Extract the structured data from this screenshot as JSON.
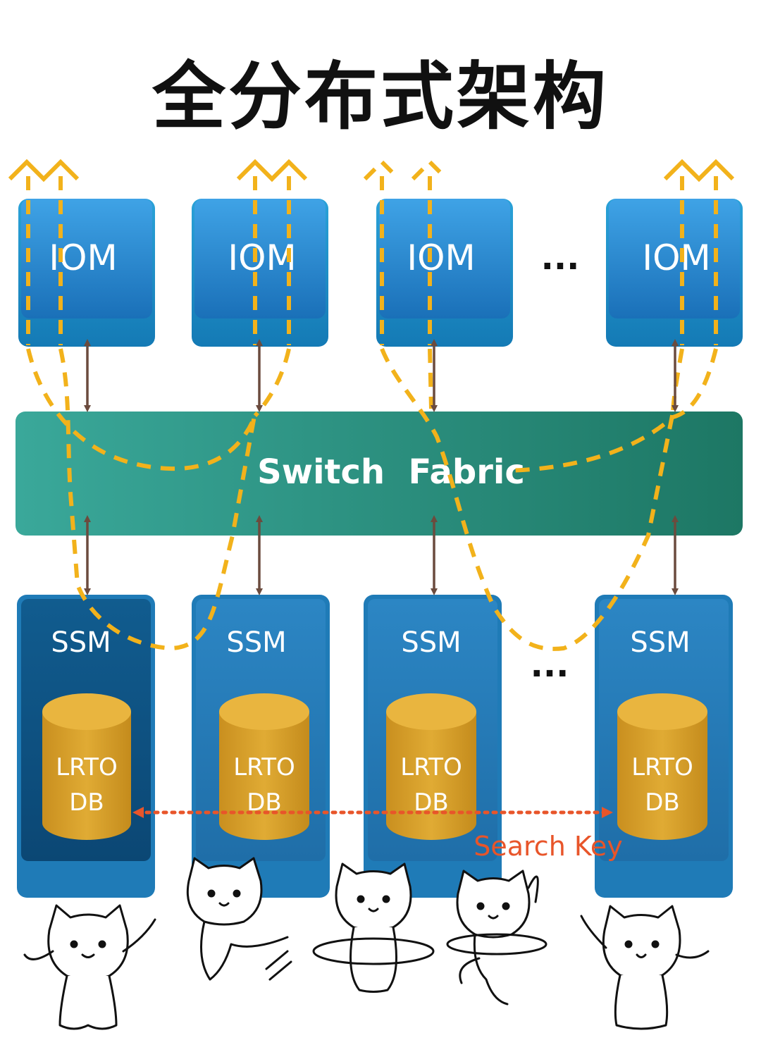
{
  "title": "全分布式架构",
  "iom_label": "IOM",
  "ellipsis": "...",
  "fabric_label": "Switch  Fabric",
  "ssm_label": "SSM",
  "db_line1": "LRTO",
  "db_line2": "DB",
  "search_key_label": "Search Key",
  "colors": {
    "module_blue": "#2b86c8",
    "module_dark": "#0e5585",
    "fabric_teal": "#2b9c8f",
    "fabric_teal_dark": "#1c7a66",
    "path_orange": "#f2b21b",
    "db_gold": "#d8a32c",
    "arrow_brown": "#6b4b3e",
    "search_red": "#e8552a"
  },
  "decorations": [
    "cartoon-cat-dancing",
    "cartoon-cat-kicking",
    "cartoon-cat-hula-hoop",
    "cartoon-cat-spinning",
    "cartoon-cat-dancing"
  ]
}
